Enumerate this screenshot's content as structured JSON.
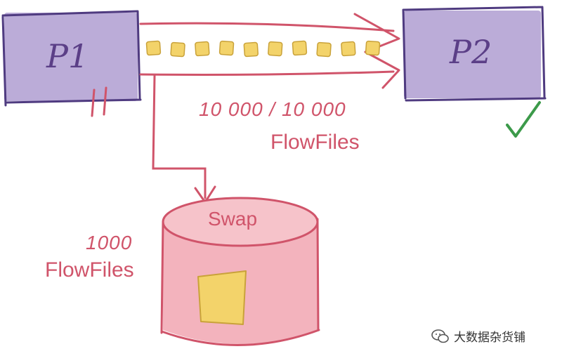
{
  "processor_p1": {
    "label": "P1",
    "status": "paused"
  },
  "processor_p2": {
    "label": "P2",
    "status": "running"
  },
  "queue": {
    "count": "10 000 / 10 000",
    "unit": "FlowFiles",
    "flowfile_boxes": 10
  },
  "swap": {
    "title": "Swap",
    "count": "1000",
    "unit": "FlowFiles"
  },
  "watermark": {
    "text": "大数据杂货铺",
    "icon": "wechat-icon"
  },
  "colors": {
    "processor_fill": "#b7a8d6",
    "processor_stroke": "#4f3b80",
    "connection": "#d0546a",
    "flowfile_fill": "#f3d36a",
    "flowfile_stroke": "#c9a23a",
    "swap_fill": "#f3b3bd",
    "swap_stroke": "#d0546a",
    "check": "#3c9a4a"
  }
}
